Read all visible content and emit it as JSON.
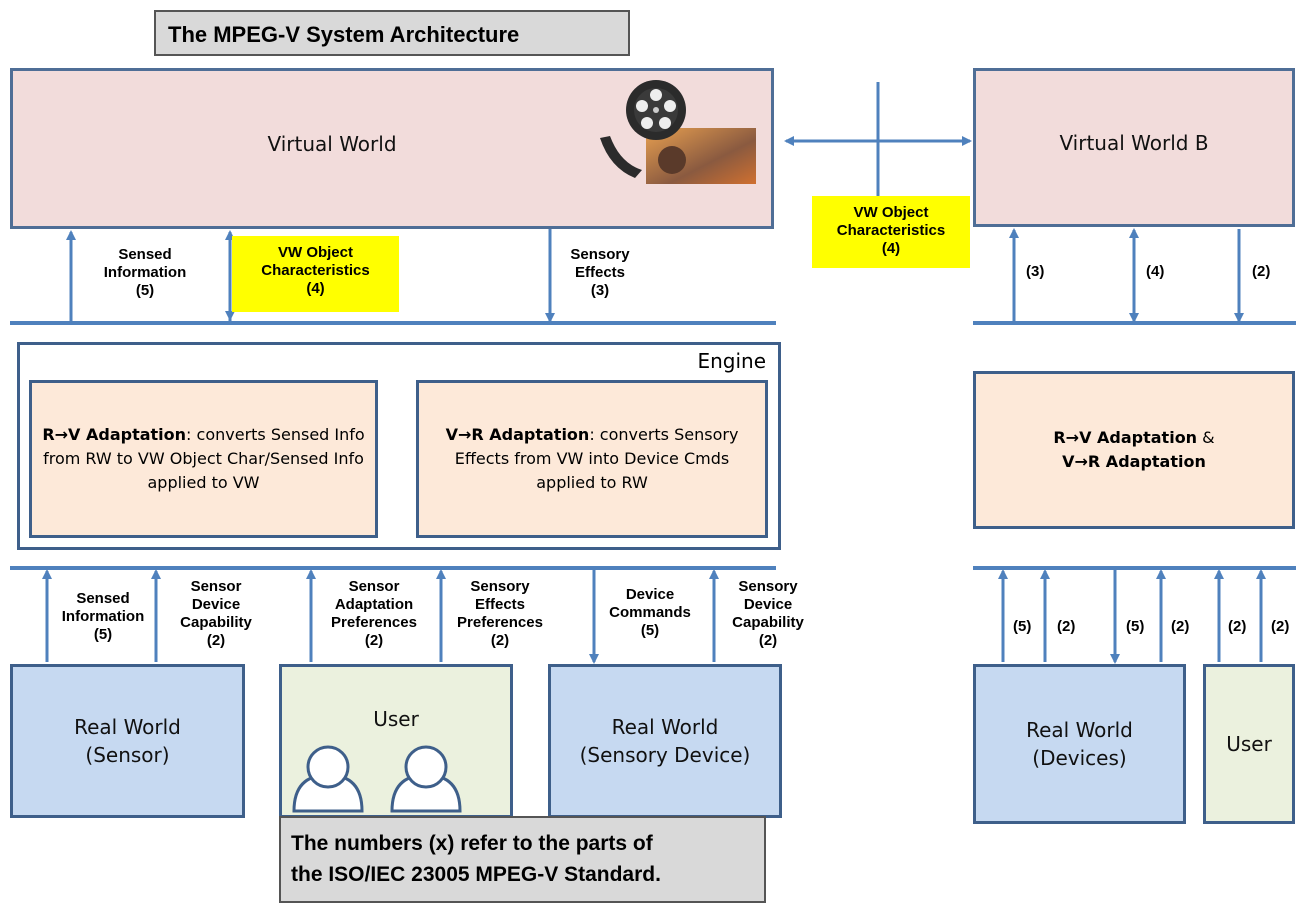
{
  "title": "The MPEG-V System Architecture",
  "note": [
    "The numbers (x) refer to the parts of",
    "the ISO/IEC 23005 MPEG-V Standard."
  ],
  "virtual_world": "Virtual World",
  "virtual_world_b": "Virtual World B",
  "engine": "Engine",
  "rv_adaptation": {
    "bold": "R→V Adaptation",
    "rest": ": converts Sensed Info from RW to VW Object Char/Sensed Info applied to VW"
  },
  "vr_adaptation": {
    "bold": "V→R Adaptation",
    "rest": ": converts Sensory Effects from VW into Device Cmds applied to RW"
  },
  "right_adaptation": {
    "line1_bold": "R→V Adaptation",
    "line1_rest": " &",
    "line2_bold": "V→R Adaptation"
  },
  "boxes": {
    "rw_sensor": [
      "Real World",
      "(Sensor)"
    ],
    "user": "User",
    "rw_device": [
      "Real World",
      "(Sensory Device)"
    ],
    "rw_devices": [
      "Real World",
      "(Devices)"
    ],
    "user_right": "User"
  },
  "top_labels": {
    "sensed_info": [
      "Sensed",
      "Information",
      "(5)"
    ],
    "vw_obj": [
      "VW Object",
      "Characteristics",
      "(4)"
    ],
    "sensory_effects": [
      "Sensory",
      "Effects",
      "(3)"
    ],
    "vw_obj_mid": [
      "VW Object",
      "Characteristics",
      "(4)"
    ]
  },
  "bottom_labels": {
    "sensed_info": [
      "Sensed",
      "Information",
      "(5)"
    ],
    "sensor_cap": [
      "Sensor",
      "Device",
      "Capability",
      "(2)"
    ],
    "sensor_adapt": [
      "Sensor",
      "Adaptation",
      "Preferences",
      "(2)"
    ],
    "effects_pref": [
      "Sensory",
      "Effects",
      "Preferences",
      "(2)"
    ],
    "device_cmds": [
      "Device",
      "Commands",
      "(5)"
    ],
    "sensory_cap": [
      "Sensory",
      "Device",
      "Capability",
      "(2)"
    ]
  },
  "right_top_numbers": [
    "(3)",
    "(4)",
    "(2)"
  ],
  "right_bottom_numbers": [
    "(5)",
    "(2)",
    "(5)",
    "(2)",
    "(2)",
    "(2)"
  ],
  "colors": {
    "virtual_world": "#f2dcdb",
    "adaptation": "#fde9d9",
    "real_world": "#c6d9f1",
    "user": "#ebf1de",
    "highlight": "#ffff00",
    "line": "#4f81bd",
    "border": "#3e5f8a"
  },
  "icons": [
    "film-reel-icon",
    "user-figure-icon",
    "user-figure-icon"
  ]
}
